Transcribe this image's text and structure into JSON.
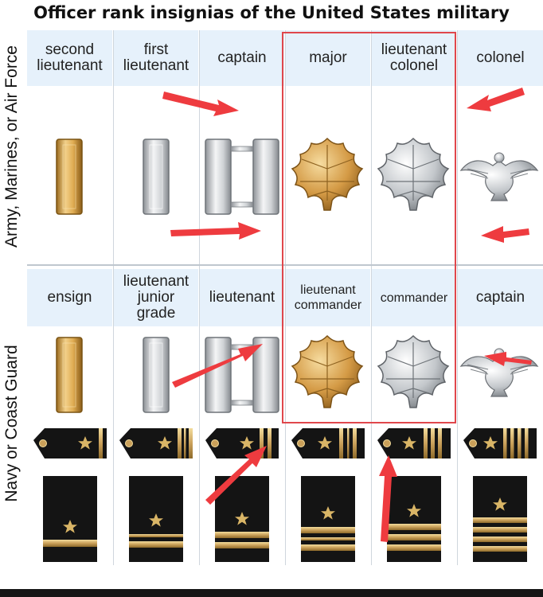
{
  "title": "Officer rank insignias of the United States military",
  "army_group": {
    "label": "Army, Marines, or Air Force",
    "ranks": [
      "second lieutenant",
      "first lieutenant",
      "captain",
      "major",
      "lieutenant colonel",
      "colonel"
    ]
  },
  "navy_group": {
    "label": "Navy or Coast Guard",
    "ranks": [
      "ensign",
      "lieutenant junior grade",
      "lieutenant",
      "lieutenant commander",
      "commander",
      "captain"
    ]
  },
  "colors": {
    "header_bg": "#e6f1fb",
    "highlight_box": "#e0474c",
    "arrow": "#ee3b3f",
    "gold": "#d6a24a",
    "silver": "#c9cdd1",
    "navy_board": "#141414"
  },
  "icons": [
    "gold-bar-icon",
    "silver-bar-icon",
    "double-silver-bar-icon",
    "gold-oak-leaf-icon",
    "silver-oak-leaf-icon",
    "silver-eagle-icon",
    "shoulder-board-icon",
    "sleeve-stripes-icon",
    "star-icon",
    "arrow-icon"
  ]
}
